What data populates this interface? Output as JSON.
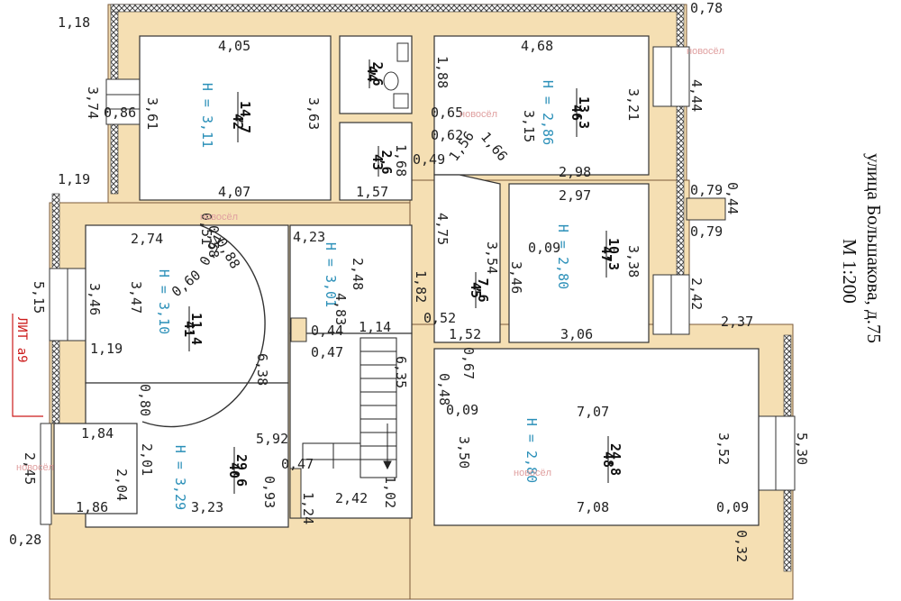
{
  "address": "улица Большакова, д.75",
  "scale": "М 1:200",
  "lit_label": "ЛИТ а9",
  "watermark": "новосёл",
  "colors": {
    "wall_fill": "#f5dfb3",
    "wall_stroke": "#7a5a3a",
    "room_fill": "#ffffff",
    "height_text": "#2a8fb8",
    "lit_text": "#cc1b1b"
  },
  "rooms": [
    {
      "id": "42",
      "area": "14,7",
      "height": "Н = 3,11"
    },
    {
      "id": "44",
      "area": "2,6"
    },
    {
      "id": "43",
      "area": "2,6"
    },
    {
      "id": "46",
      "area": "13,3",
      "height": "Н = 2,86"
    },
    {
      "id": "47",
      "area": "10,3",
      "height": "Н = 2,80"
    },
    {
      "id": "45",
      "area": "7,6"
    },
    {
      "id": "41",
      "area": "11,4",
      "height": "Н = 3,10"
    },
    {
      "id": "40",
      "area": "29,6",
      "height": "Н = 3,29"
    },
    {
      "id": "48",
      "area": "24,8",
      "height": "Н = 2,80"
    }
  ],
  "corridor_height": "Н = 3,01",
  "dims": {
    "d_1_18": "1,18",
    "d_4_05": "4,05",
    "d_3_74": "3,74",
    "d_0_86": "0,86",
    "d_3_61": "3,61",
    "d_3_63": "3,63",
    "d_1_19": "1,19",
    "d_4_07": "4,07",
    "d_1_88": "1,88",
    "d_4_68": "4,68",
    "d_3_15": "3,15",
    "d_3_21": "3,21",
    "d_4_44": "4,44",
    "d_0_78": "0,78",
    "d_0_65": "0,65",
    "d_0_62": "0,62",
    "d_1_56": "1,56",
    "d_1_66": "1,66",
    "d_1_68": "1,68",
    "d_0_49": "0,49",
    "d_1_57": "1,57",
    "d_2_98": "2,98",
    "d_2_97": "2,97",
    "d_0_79a": "0,79",
    "d_0_44": "0,44",
    "d_0_79b": "0,79",
    "d_2_74": "2,74",
    "d_4_23": "4,23",
    "d_4_75": "4,75",
    "d_3_54": "3,54",
    "d_3_46a": "3,46",
    "d_0_09a": "0,09",
    "d_3_38": "3,38",
    "d_2_42a": "2,42",
    "d_5_15": "5,15",
    "d_3_46b": "3,46",
    "d_3_47": "3,47",
    "d_2_48": "2,48",
    "d_1_82": "1,82",
    "d_0_52": "0,52",
    "d_4_83": "4,83",
    "d_1_14": "1,14",
    "d_1_52": "1,52",
    "d_3_06": "3,06",
    "d_2_37": "2,37",
    "d_0_44b": "0,44",
    "d_0_47a": "0,47",
    "d_6_38": "6,38",
    "d_1_19b": "1,19",
    "d_0_80": "0,80",
    "d_0_67": "0,67",
    "d_0_48": "0,48",
    "d_0_09b": "0,09",
    "d_7_07": "7,07",
    "d_6_35": "6,35",
    "d_1_84": "1,84",
    "d_5_92": "5,92",
    "d_2_04": "2,04",
    "d_2_01": "2,01",
    "d_3_50": "3,50",
    "d_3_52": "3,52",
    "d_5_30": "5,30",
    "d_2_45": "2,45",
    "d_0_47b": "0,47",
    "d_0_93": "0,93",
    "d_1_24": "1,24",
    "d_2_42b": "2,42",
    "d_1_02": "1,02",
    "d_1_86": "1,86",
    "d_3_23": "3,23",
    "d_7_08": "7,08",
    "d_0_09c": "0,09",
    "d_0_28": "0,28",
    "d_0_32": "0,32",
    "d_0_94": "0,94",
    "d_0_88": "0,88",
    "d_0_60": "0,60",
    "d_0_58": "0,58",
    "d_0_51": "0,51"
  }
}
